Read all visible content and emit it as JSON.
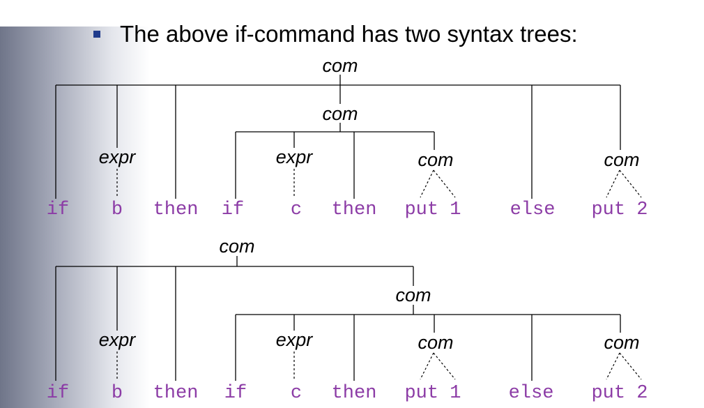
{
  "slide": {
    "heading": "The above if-command has two syntax trees:"
  },
  "labels": {
    "com": "com",
    "expr": "expr"
  },
  "tokens": {
    "if": "if",
    "b": "b",
    "then": "then",
    "c": "c",
    "put1": "put 1",
    "else": "else",
    "put2": "put 2"
  },
  "colors": {
    "terminal": "#8c3ca6",
    "bullet": "#1f3b8c"
  }
}
